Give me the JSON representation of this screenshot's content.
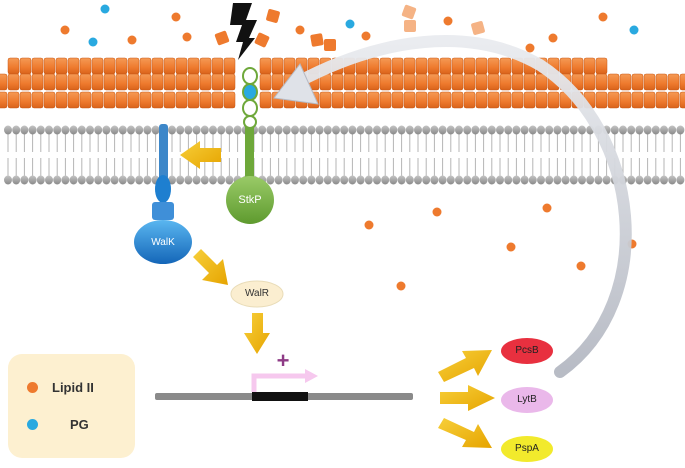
{
  "colors": {
    "peptidoglycan": "#ee7a2e",
    "lipid_ii": "#ee7a2e",
    "pg": "#29a9e0",
    "membrane_head": "#9a9a9a",
    "stkp": "#7ab342",
    "walk": "#1e88d6",
    "walr": "#fbeed0",
    "arrow": "#f2b90c",
    "dna": "#8a8a8a",
    "promoter": "#f6c8ee",
    "plus": "#8e3b86",
    "pcsb": "#e8303f",
    "lytb": "#eab8ea",
    "pspa": "#f2ea2c",
    "return_arrow": "#bfc3cc"
  },
  "icons": {
    "signal": "lightning-bolt-icon"
  },
  "labels": {
    "stkp": "StkP",
    "walk": "WalK",
    "walr": "WalR",
    "plus": "+",
    "pcsb": "PcsB",
    "lytb": "LytB",
    "pspa": "PspA"
  },
  "legend": {
    "lipid": "Lipid II",
    "pg": "PG"
  }
}
